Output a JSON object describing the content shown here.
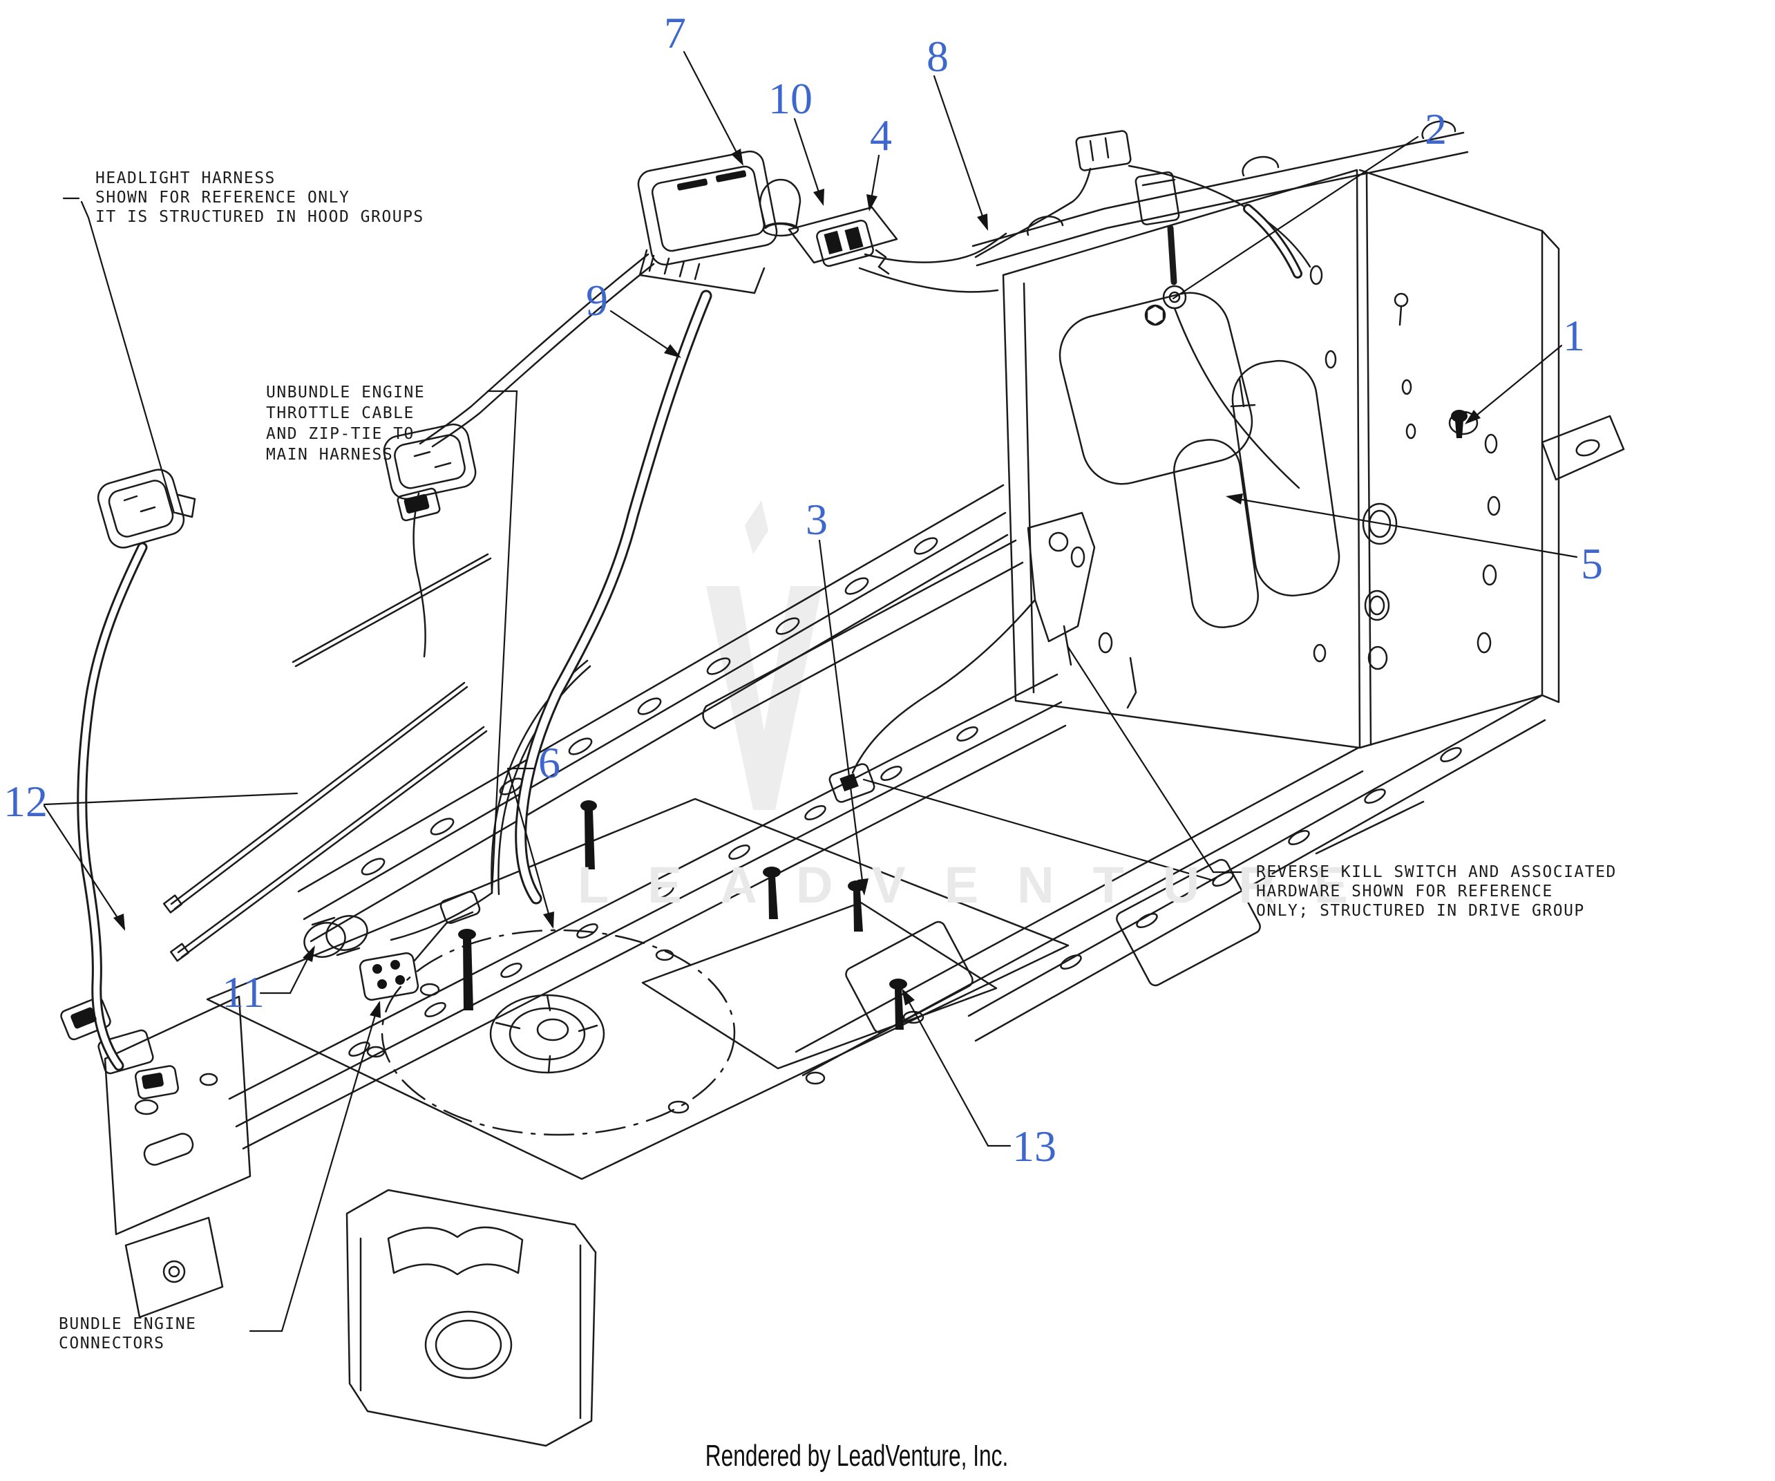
{
  "page": {
    "footer": "Rendered by LeadVenture, Inc.",
    "watermark": "LEADVENTURE",
    "background": "#ffffff"
  },
  "colors": {
    "callout_blue": "#3d67cd",
    "line_black": "#1c1c1c",
    "watermark_gray": "#e9e9e9"
  },
  "notes": {
    "headlight": {
      "text": "HEADLIGHT HARNESS\nSHOWN FOR REFERENCE ONLY\nIT IS STRUCTURED IN HOOD GROUPS"
    },
    "throttle": {
      "text": "UNBUNDLE ENGINE\nTHROTTLE CABLE\nAND ZIP-TIE TO\nMAIN HARNESS"
    },
    "reverse_kill": {
      "text": "REVERSE KILL SWITCH AND ASSOCIATED\nHARDWARE SHOWN FOR REFERENCE\nONLY; STRUCTURED IN DRIVE GROUP"
    },
    "bundle": {
      "text": "BUNDLE ENGINE\nCONNECTORS"
    }
  },
  "callouts": [
    {
      "label": "1"
    },
    {
      "label": "2"
    },
    {
      "label": "3"
    },
    {
      "label": "4"
    },
    {
      "label": "5"
    },
    {
      "label": "6"
    },
    {
      "label": "7"
    },
    {
      "label": "8"
    },
    {
      "label": "9"
    },
    {
      "label": "10"
    },
    {
      "label": "11"
    },
    {
      "label": "12"
    },
    {
      "label": "13"
    }
  ]
}
